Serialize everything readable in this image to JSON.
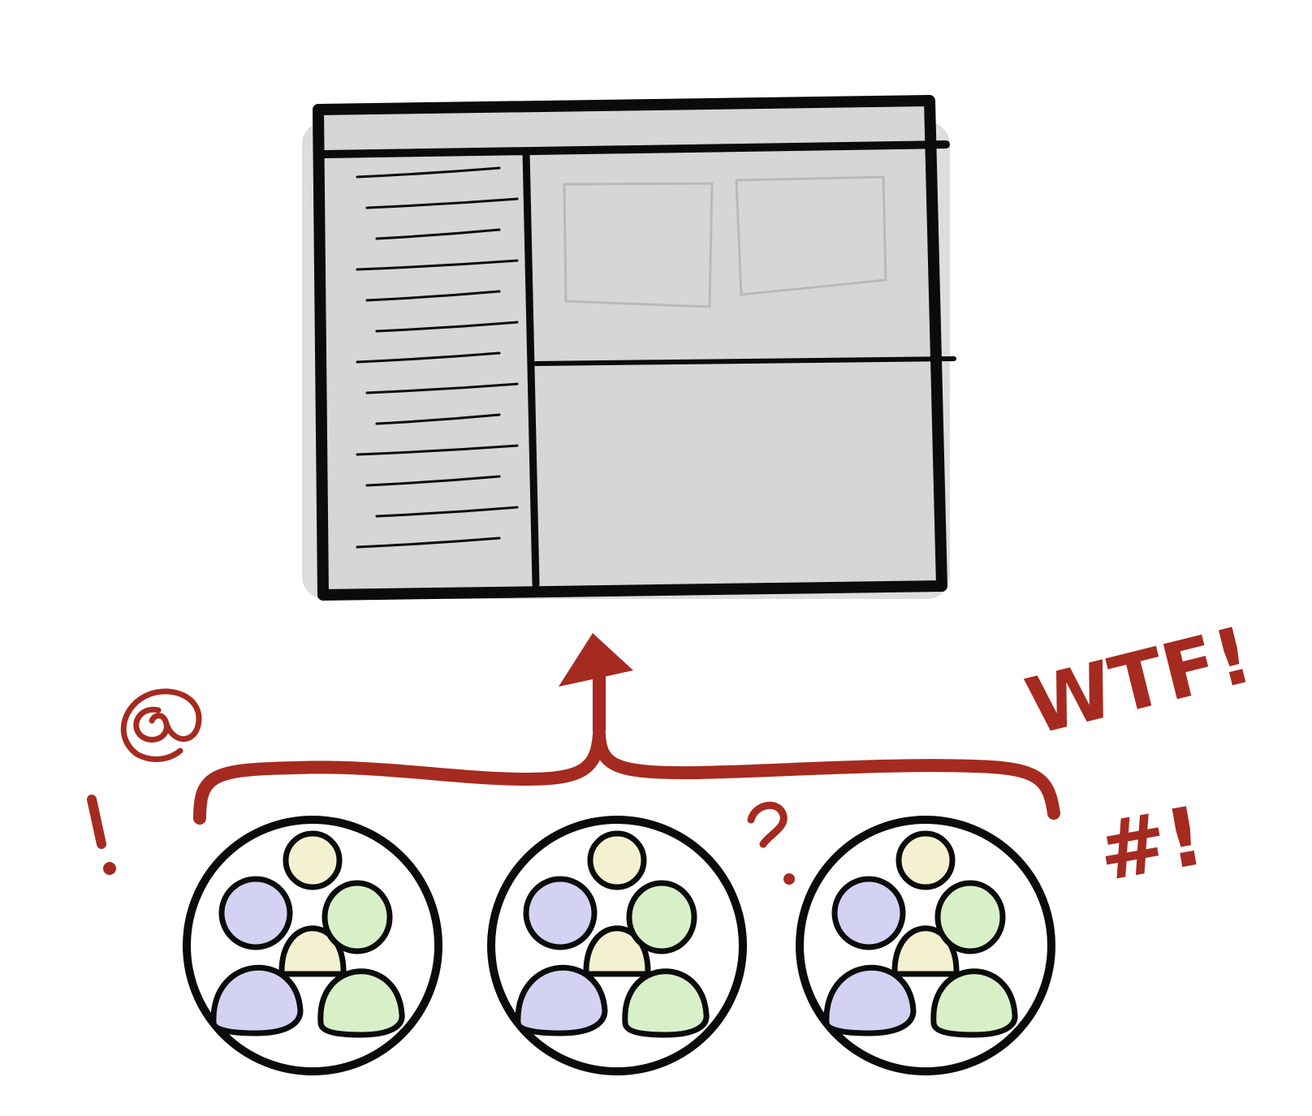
{
  "colors": {
    "ink": "#0b0b0b",
    "accent": "#a52a20",
    "window_fill": "#d6d6d6",
    "window_shadow": "#cfcfcf",
    "panel_card_stroke": "#b9b9b9",
    "person_yellow": "#f3f1cf",
    "person_purple": "#d3d2f3",
    "person_green": "#d8f0c8",
    "background": "#ffffff"
  },
  "annotations": {
    "at": "@",
    "bang_left": "!",
    "question": "?",
    "wtf": "WTF!",
    "hash_bang": "#!"
  },
  "groups": [
    {
      "name": "user-group-1"
    },
    {
      "name": "user-group-2"
    },
    {
      "name": "user-group-3"
    }
  ],
  "sidebar_line_count": 13
}
